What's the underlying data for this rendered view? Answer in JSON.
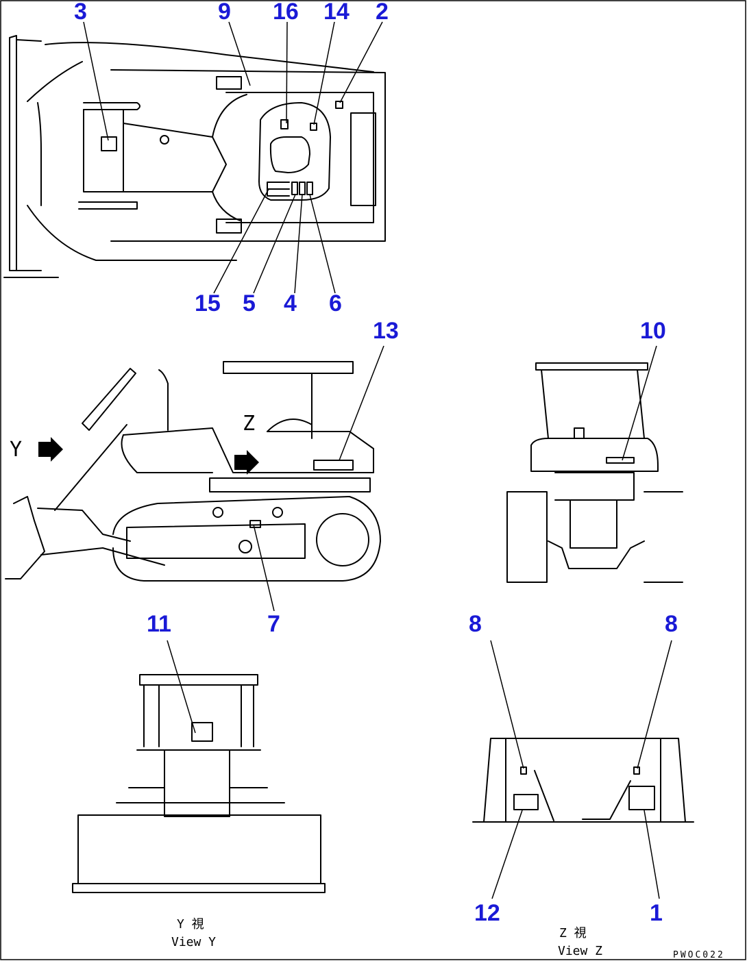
{
  "callouts": {
    "c3": "3",
    "c9": "9",
    "c16": "16",
    "c14": "14",
    "c2": "2",
    "c15": "15",
    "c5": "5",
    "c4": "4",
    "c6": "6",
    "c13": "13",
    "c10": "10",
    "c7": "7",
    "c11": "11",
    "c8a": "8",
    "c8b": "8",
    "c12": "12",
    "c1": "1"
  },
  "views": {
    "y_letter": "Y",
    "z_letter": "Z",
    "view_y_jp": "Y 視",
    "view_y_en": "View Y",
    "view_z_jp": "Z 視",
    "view_z_en": "View Z"
  },
  "drawing_code": "PWOC022",
  "colors": {
    "callout": "#1a1ad6",
    "line": "#000000",
    "background": "#ffffff"
  }
}
